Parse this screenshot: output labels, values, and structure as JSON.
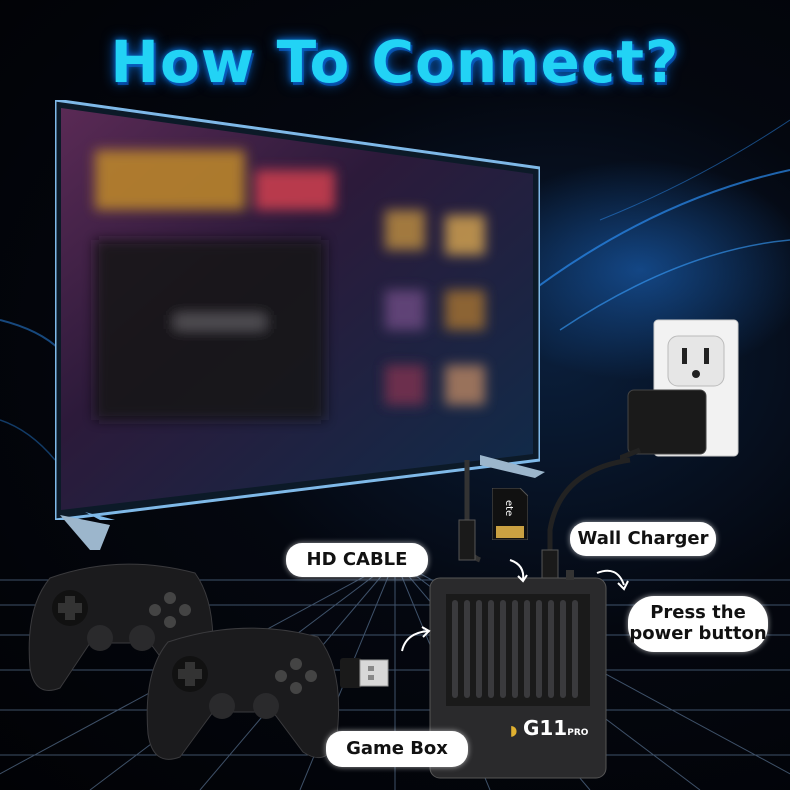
{
  "title": "How To Connect?",
  "labels": {
    "hd_cable": "HD CABLE",
    "wall_charger": "Wall Charger",
    "press_power_line1": "Press the",
    "press_power_line2": "power button",
    "game_box": "Game Box"
  },
  "device": {
    "logo_text": "G11",
    "logo_suffix": "PRO"
  },
  "colors": {
    "title": "#22d3f5",
    "accent": "#1a7fe0",
    "label_bg": "#ffffff"
  },
  "icons": [
    "arrow-curve-icon",
    "wifi-icon"
  ]
}
